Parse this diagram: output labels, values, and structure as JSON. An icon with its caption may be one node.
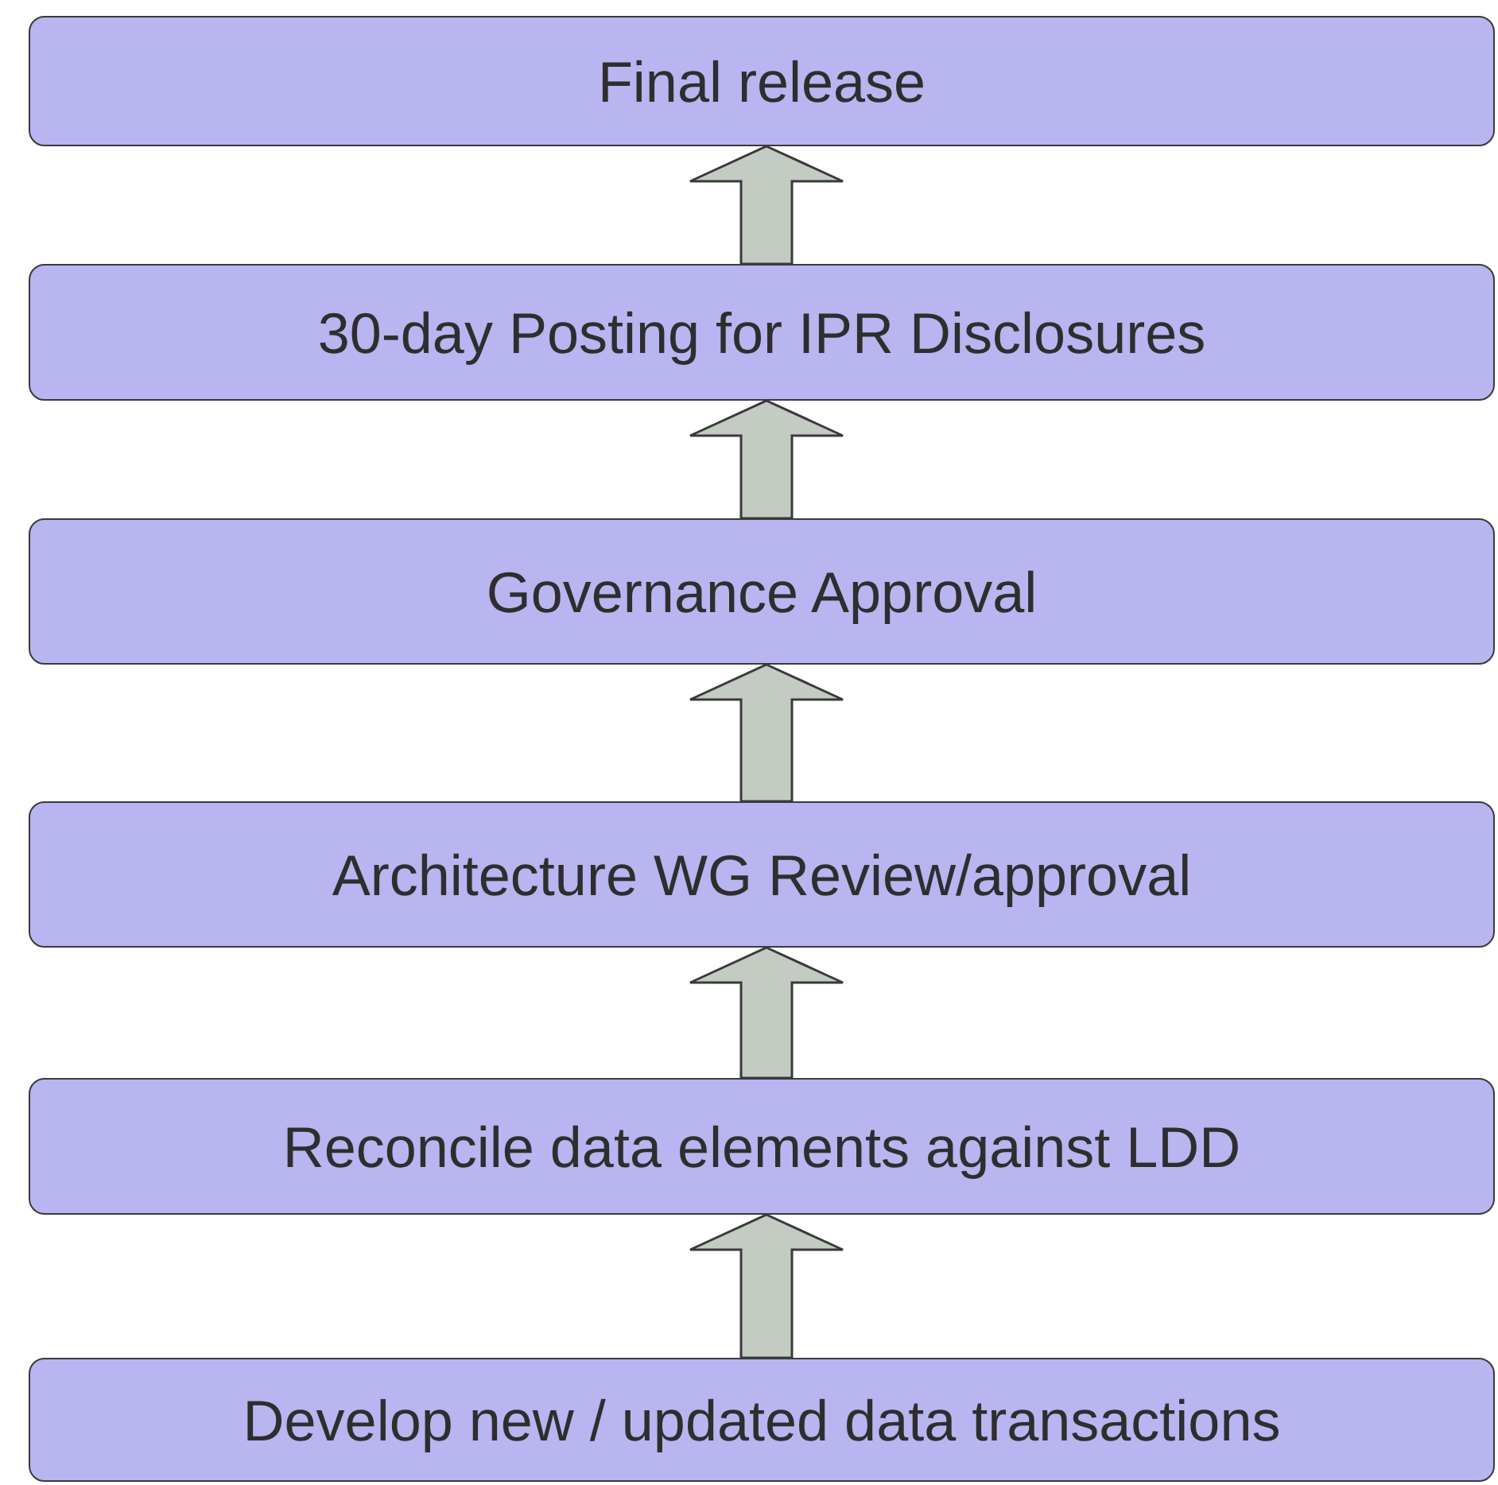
{
  "diagram": {
    "nodes": [
      {
        "text": [
          "Final release"
        ]
      },
      {
        "text": [
          "30-day Posting for IPR Disclosures"
        ]
      },
      {
        "text": [
          "Governance Approval"
        ]
      },
      {
        "text": [
          "Architecture WG Review/approval"
        ]
      },
      {
        "text": [
          "Reconcile data elements against LDD"
        ]
      },
      {
        "text": [
          "Develop new / updated data transactions"
        ]
      }
    ],
    "edges": [
      {
        "from": 1,
        "to": 0,
        "arrow": "to"
      },
      {
        "from": 2,
        "to": 1,
        "arrow": "to"
      },
      {
        "from": 3,
        "to": 2,
        "arrow": "to"
      },
      {
        "from": 4,
        "to": 3,
        "arrow": "to"
      },
      {
        "from": 5,
        "to": 4,
        "arrow": "to"
      }
    ]
  }
}
